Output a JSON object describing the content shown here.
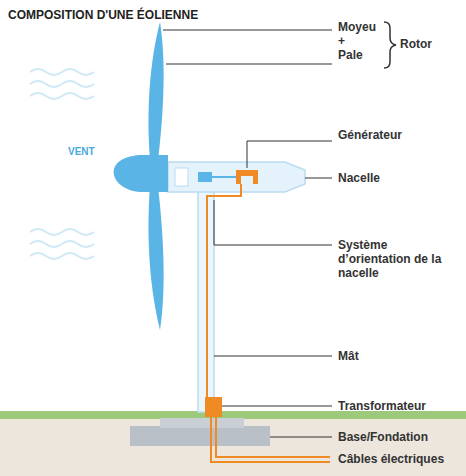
{
  "diagram": {
    "title": "COMPOSITION D'UNE ÉOLIENNE",
    "labels": [
      "VENT",
      "Moyeu",
      "+",
      "Pale",
      "Rotor",
      "Générateur",
      "Nacelle",
      "Système d’orientation de la nacelle",
      "Mât",
      "Transformateur",
      "Base/Fondation",
      "Câbles électriques"
    ]
  }
}
